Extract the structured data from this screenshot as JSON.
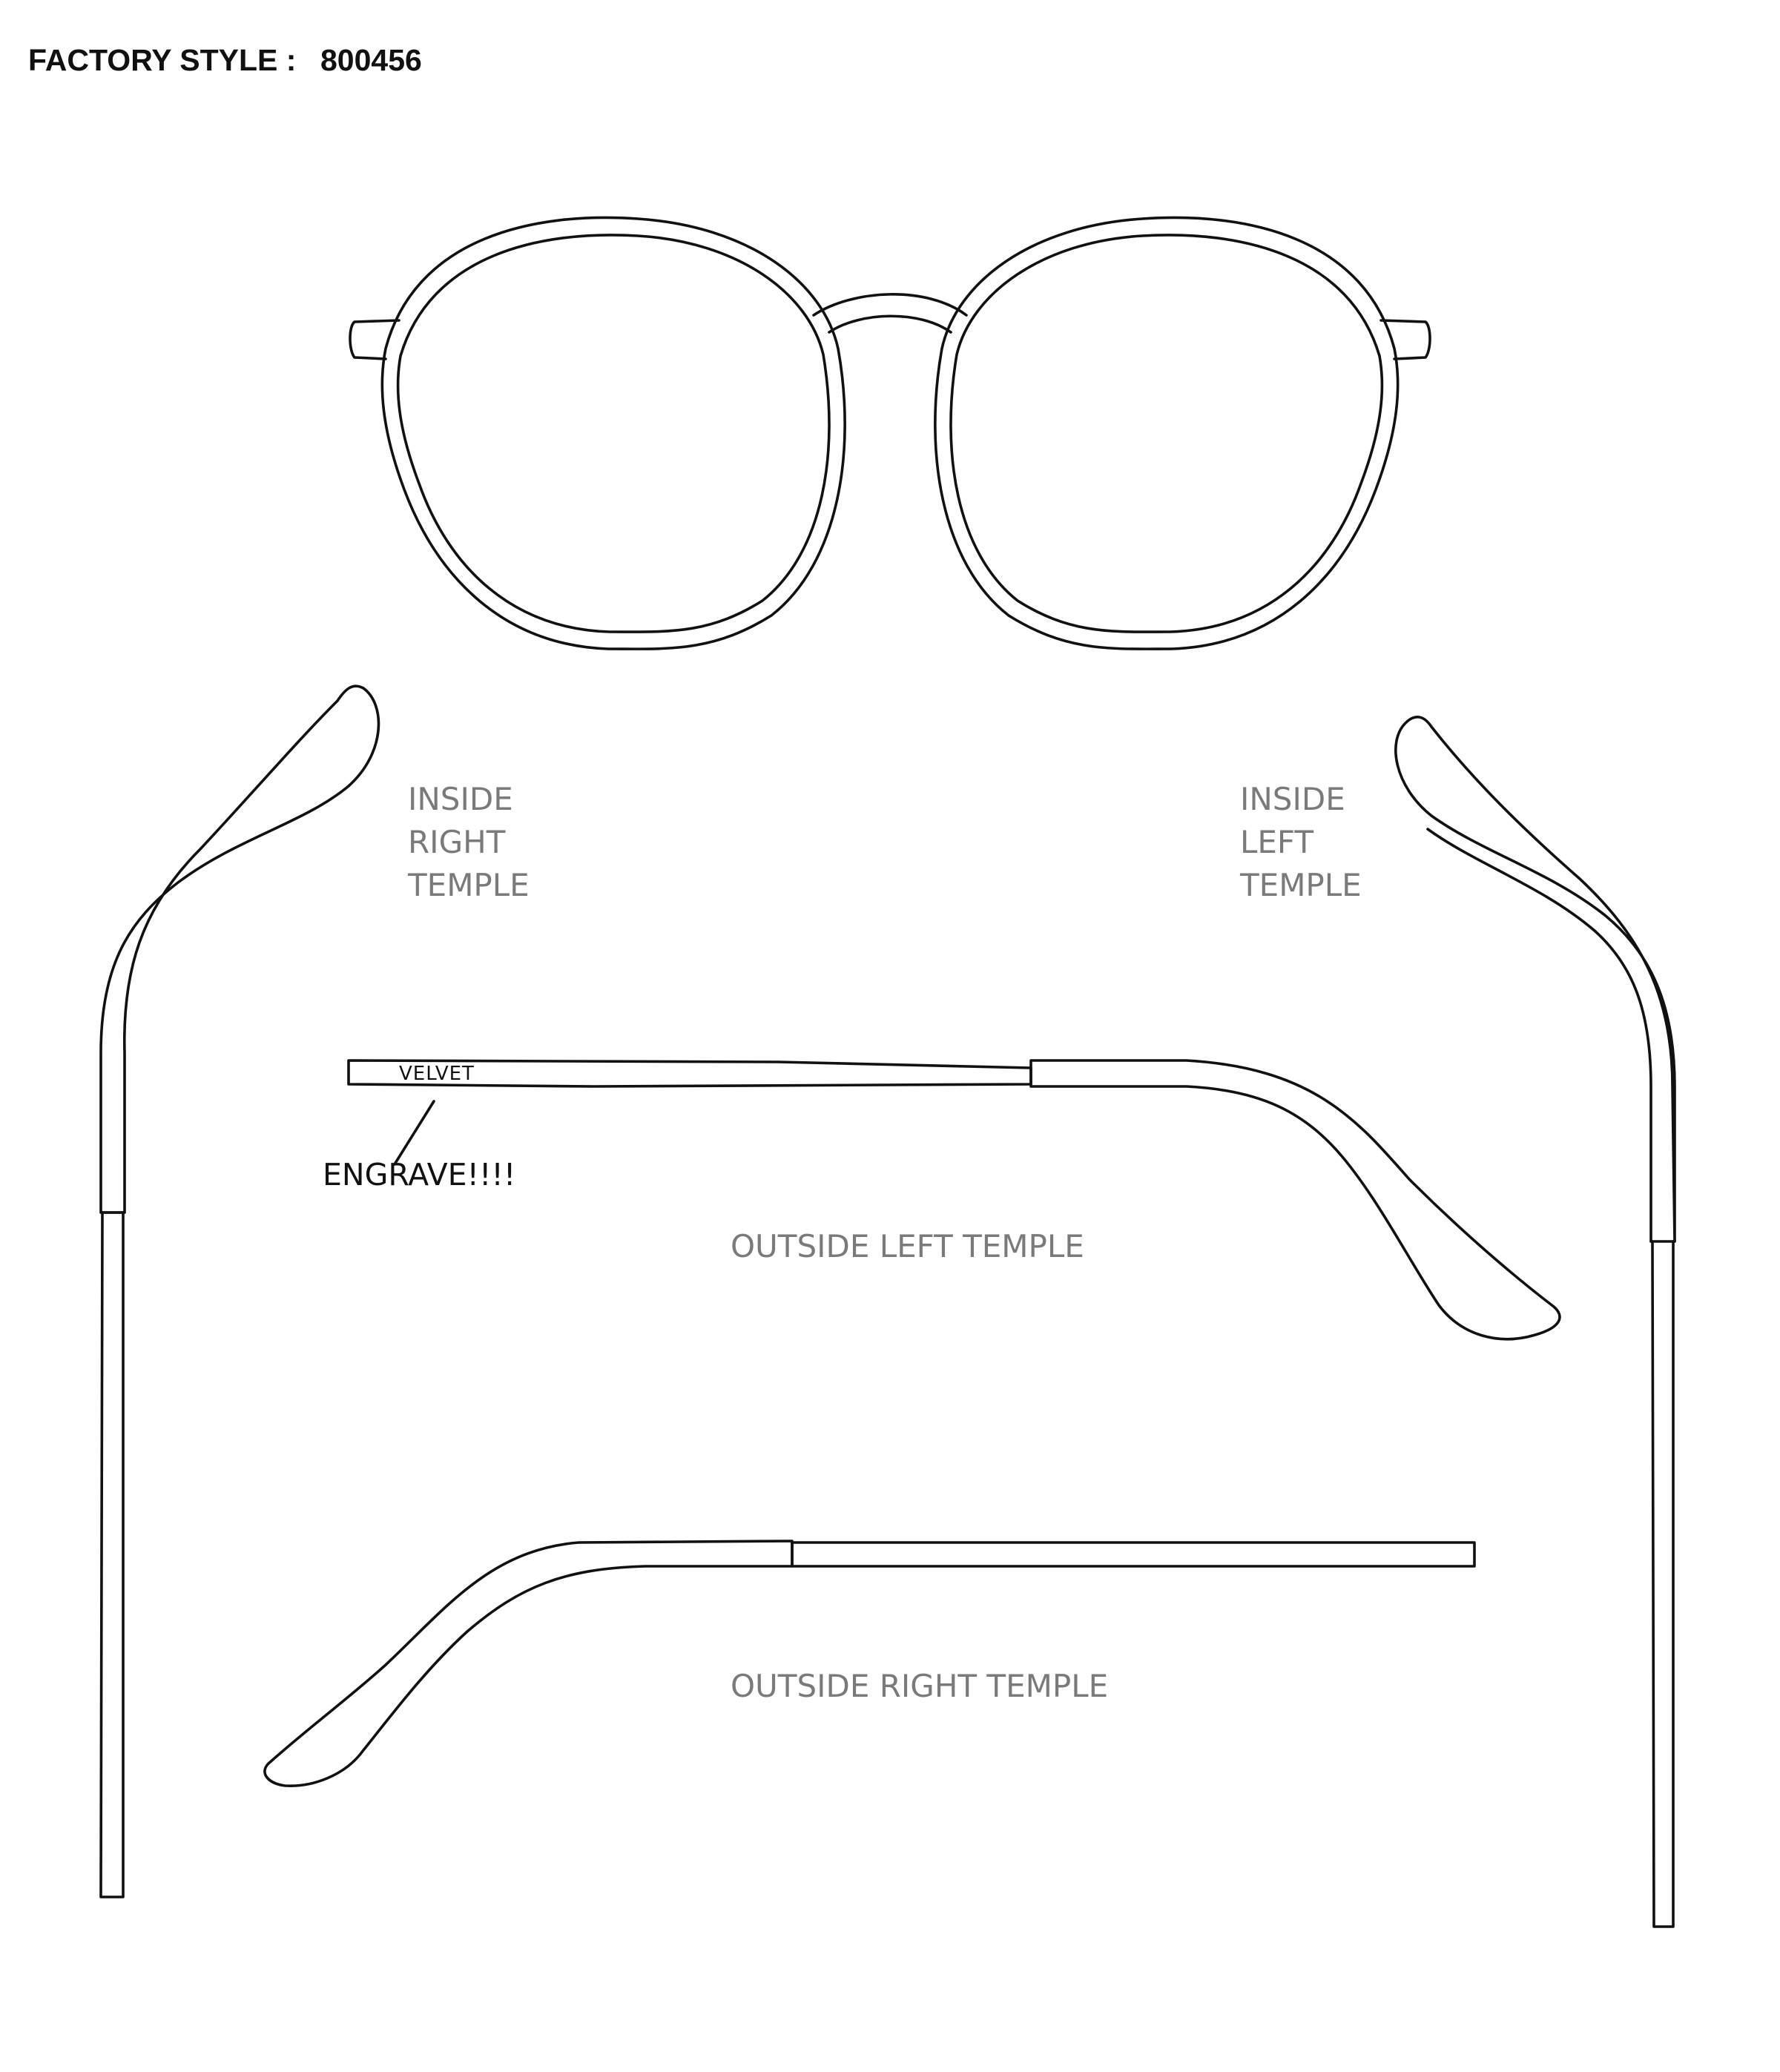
{
  "header": {
    "factory_style_label": "FACTORY STYLE :",
    "factory_style_number": "800456"
  },
  "views": {
    "inside_right_temple": [
      "INSIDE",
      "RIGHT",
      "TEMPLE"
    ],
    "inside_left_temple": [
      "INSIDE",
      "LEFT",
      "TEMPLE"
    ],
    "outside_left_temple": "OUTSIDE LEFT TEMPLE",
    "outside_right_temple": "OUTSIDE RIGHT TEMPLE"
  },
  "engraving": {
    "text": "VELVET",
    "callout": "ENGRAVE!!!!"
  },
  "colors": {
    "line": "#111111",
    "label_gray": "#7a7a7a"
  }
}
